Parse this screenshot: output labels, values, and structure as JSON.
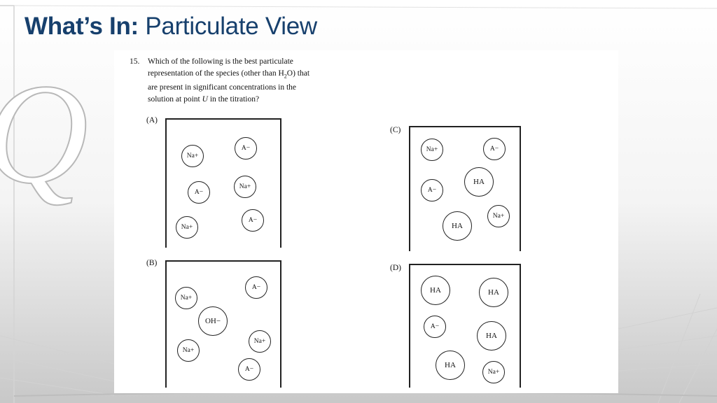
{
  "title": {
    "bold": "What’s In:",
    "rest": "Particulate View"
  },
  "watermark": {
    "letter": "Q"
  },
  "question": {
    "number": "15.",
    "line1": "Which of the following is the best particulate",
    "line2_pre": "representation of the species (other than H",
    "line2_sub": "2",
    "line2_post": "O) that",
    "line3": "are present in significant concentrations in the",
    "line4_pre": "solution at point",
    "line4_var": "U",
    "line4_post": "in the titration?"
  },
  "options": [
    {
      "label": "(A)",
      "particles": [
        "Na+",
        "A−",
        "A−",
        "Na+",
        "Na+",
        "A−"
      ]
    },
    {
      "label": "(B)",
      "particles": [
        "A−",
        "Na+",
        "OH−",
        "Na+",
        "Na+",
        "A−"
      ]
    },
    {
      "label": "(C)",
      "particles": [
        "Na+",
        "A−",
        "HA",
        "A−",
        "Na+",
        "HA"
      ]
    },
    {
      "label": "(D)",
      "particles": [
        "HA",
        "HA",
        "A−",
        "HA",
        "HA",
        "Na+"
      ]
    }
  ]
}
